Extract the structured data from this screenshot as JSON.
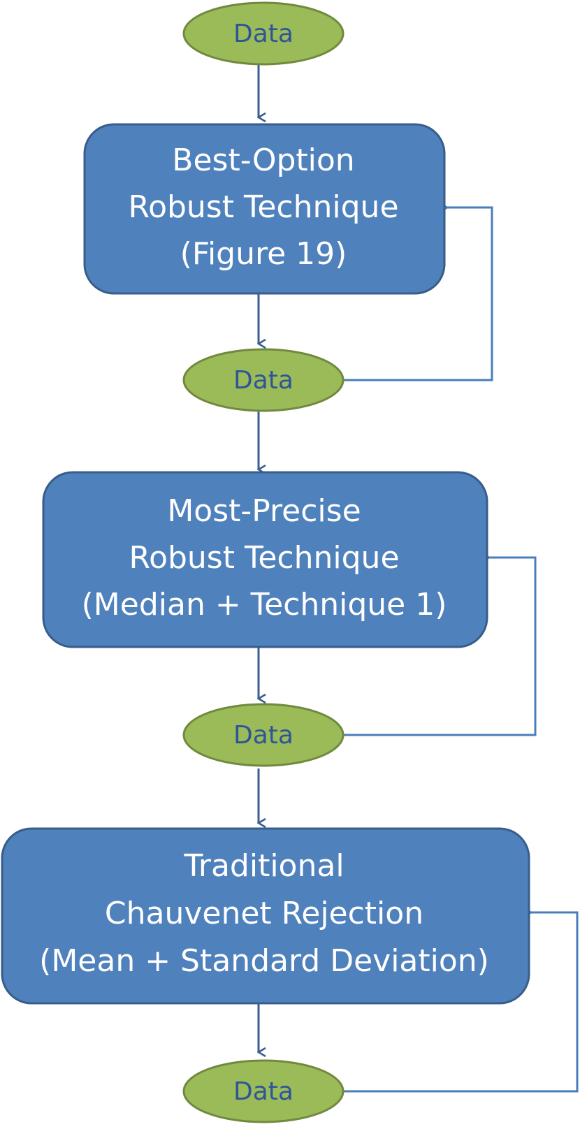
{
  "colors": {
    "box_fill": "#4f81bd",
    "box_stroke": "#385d8a",
    "ellipse_fill": "#9bbb59",
    "ellipse_stroke": "#71893f",
    "ellipse_text": "#2e5597",
    "box_text": "#ffffff",
    "arrow_down": "#3b5e91",
    "arrow_feedback": "#4a7ebb"
  },
  "nodes": {
    "data_1": {
      "label": "Data"
    },
    "step_1": {
      "lines": [
        "Best-Option",
        "Robust Technique",
        "(Figure 19)"
      ]
    },
    "data_2": {
      "label": "Data"
    },
    "step_2": {
      "lines": [
        "Most-Precise",
        "Robust Technique",
        "(Median + Technique 1)"
      ]
    },
    "data_3": {
      "label": "Data"
    },
    "step_3": {
      "lines": [
        "Traditional",
        "Chauvenet Rejection",
        "(Mean + Standard Deviation)"
      ]
    },
    "data_4": {
      "label": "Data"
    }
  }
}
